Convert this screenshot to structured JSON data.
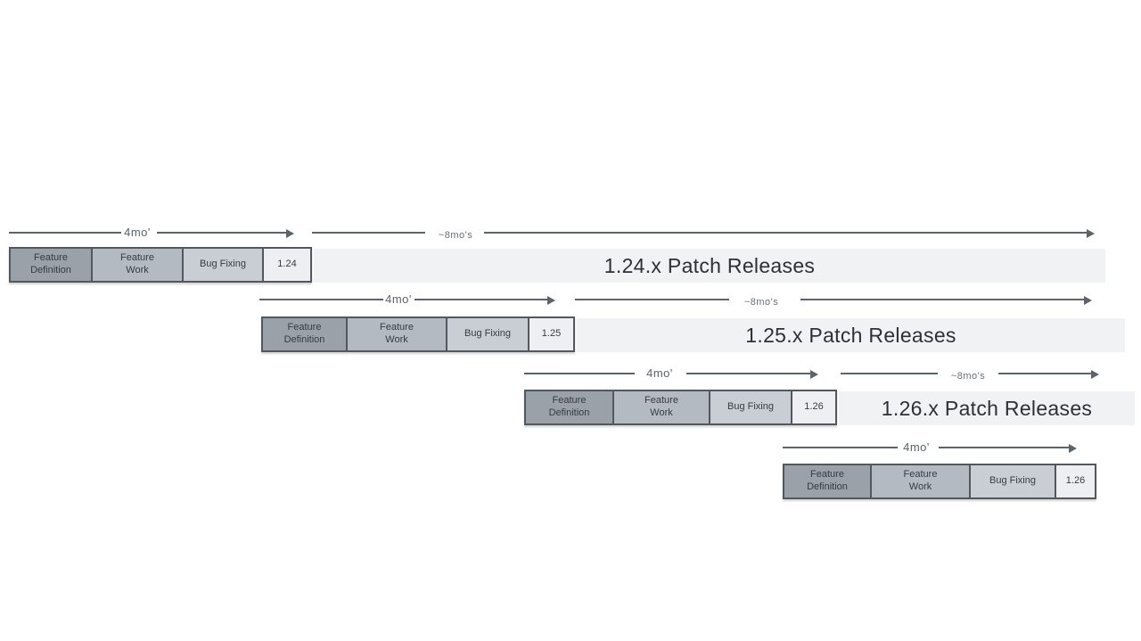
{
  "colors": {
    "feature_definition_fill": "#9aa1a9",
    "feature_work_fill": "#b4bac1",
    "bug_fixing_fill": "#c9ced4",
    "version_fill": "#edeff2",
    "band_fill": "#f0f2f4",
    "border": "#53585f",
    "arrow": "#5d636b",
    "label_text": "#5c6268",
    "label_text_small": "#6a7076",
    "box_text": "#363b41",
    "patch_text": "#2d3135"
  },
  "phases": [
    "Feature Definition",
    "Feature Work",
    "Bug Fixing"
  ],
  "labels": {
    "four_months": "4mo'",
    "eight_months": "~8mo's"
  },
  "rows": [
    {
      "version": "1.24",
      "patch_releases": "1.24.x Patch Releases"
    },
    {
      "version": "1.25",
      "patch_releases": "1.25.x Patch Releases"
    },
    {
      "version": "1.26",
      "patch_releases": "1.26.x Patch Releases"
    },
    {
      "version": "1.26",
      "patch_releases": ""
    }
  ]
}
